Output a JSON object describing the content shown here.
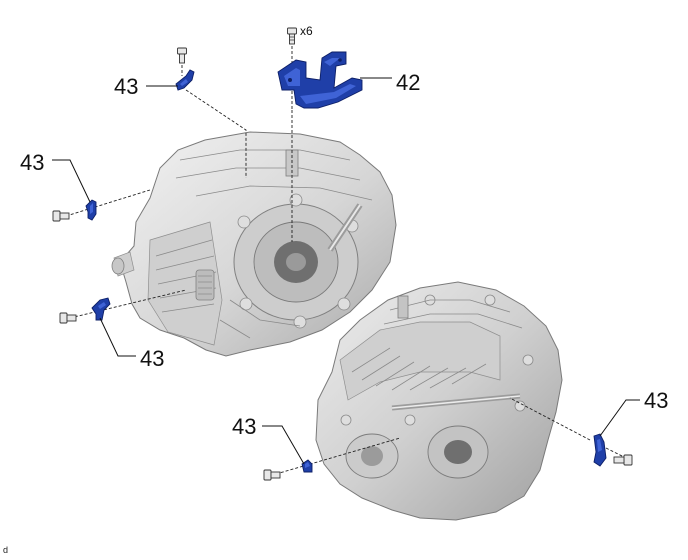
{
  "figure": {
    "accent_color": "#1f3fa8",
    "part_color": "#d9d9d9",
    "callouts": [
      {
        "id": "c42",
        "text": "42"
      },
      {
        "id": "c43a",
        "text": "43"
      },
      {
        "id": "c43b",
        "text": "43"
      },
      {
        "id": "c43c",
        "text": "43"
      },
      {
        "id": "c43d",
        "text": "43"
      },
      {
        "id": "c43e",
        "text": "43"
      }
    ],
    "quantity_label": "x6",
    "corner_mark": "d",
    "icons": [
      "bolt-icon",
      "wire-harness-bracket-icon",
      "transaxle-assembly-illustration"
    ]
  }
}
